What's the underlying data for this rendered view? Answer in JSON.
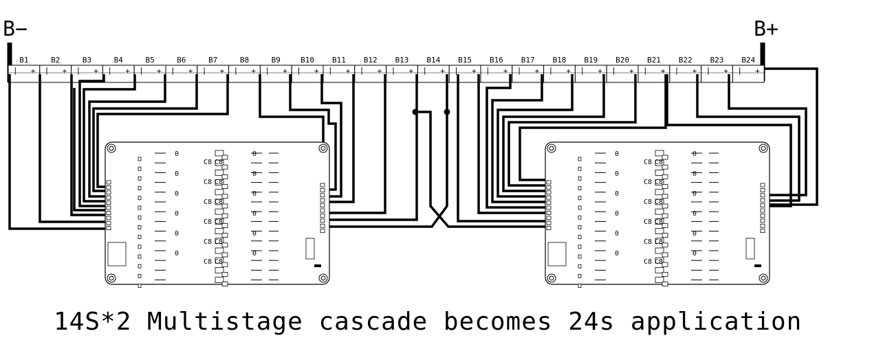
{
  "terminals": {
    "negative": "B−",
    "positive": "B+"
  },
  "cells": [
    "B1",
    "B2",
    "B3",
    "B4",
    "B5",
    "B6",
    "B7",
    "B8",
    "B9",
    "B10",
    "B11",
    "B12",
    "B13",
    "B14",
    "B15",
    "B16",
    "B17",
    "B18",
    "B19",
    "B20",
    "B21",
    "B22",
    "B23",
    "B24"
  ],
  "cell_minus": "|",
  "cell_plus": "+",
  "boards": [
    {
      "chips": [
        "C8",
        "C8"
      ],
      "pads": [
        "0",
        "0"
      ]
    },
    {
      "chips": [
        "C8",
        "C8"
      ],
      "pads": [
        "0",
        "0"
      ]
    }
  ],
  "caption": "14S*2 Multistage cascade becomes 24s application"
}
